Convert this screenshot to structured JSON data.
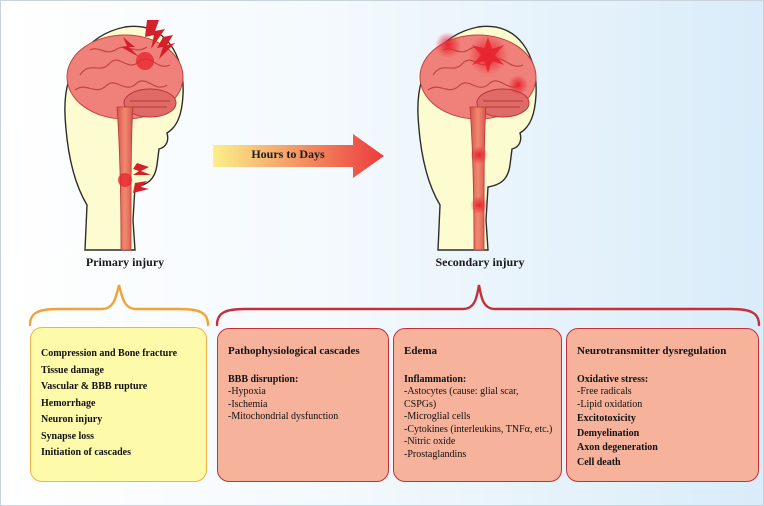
{
  "left_figure": {
    "caption": "Primary injury"
  },
  "right_figure": {
    "caption": "Secondary injury"
  },
  "transition": {
    "label": "Hours to Days"
  },
  "primary_box": {
    "items": [
      "Compression and Bone fracture",
      "Tissue damage",
      "Vascular & BBB rupture",
      "Hemorrhage",
      "Neuron injury",
      "Synapse loss",
      "Initiation of cascades"
    ]
  },
  "secondary_boxes": [
    {
      "title": "Pathophysiological cascades",
      "subtitle": "BBB disruption:",
      "items": [
        "-Hypoxia",
        "-Ischemia",
        "-Mitochondrial dysfunction"
      ],
      "extra": []
    },
    {
      "title": "Edema",
      "subtitle": "Inflammation:",
      "items": [
        "-Astocytes (cause: glial scar, CSPGs)",
        "-Microglial cells",
        "-Cytokines (interleukins, TNFα, etc.)",
        "-Nitric oxide",
        "-Prostaglandins"
      ],
      "extra": []
    },
    {
      "title": "Neurotransmitter dysregulation",
      "subtitle": "Oxidative stress:",
      "items": [
        "-Free radicals",
        "-Lipid oxidation"
      ],
      "extra": [
        "Excitotoxicity",
        "Demyelination",
        "Axon degeneration",
        "Cell death"
      ]
    }
  ],
  "colors": {
    "head_fill": "#fdfbd0",
    "brain": "#f0807a",
    "injury_red": "#e8232f",
    "primary_brace": "#f1a33a",
    "secondary_brace": "#c4303a",
    "arrow_start": "#fbf08a",
    "arrow_end": "#ec3b3d"
  }
}
